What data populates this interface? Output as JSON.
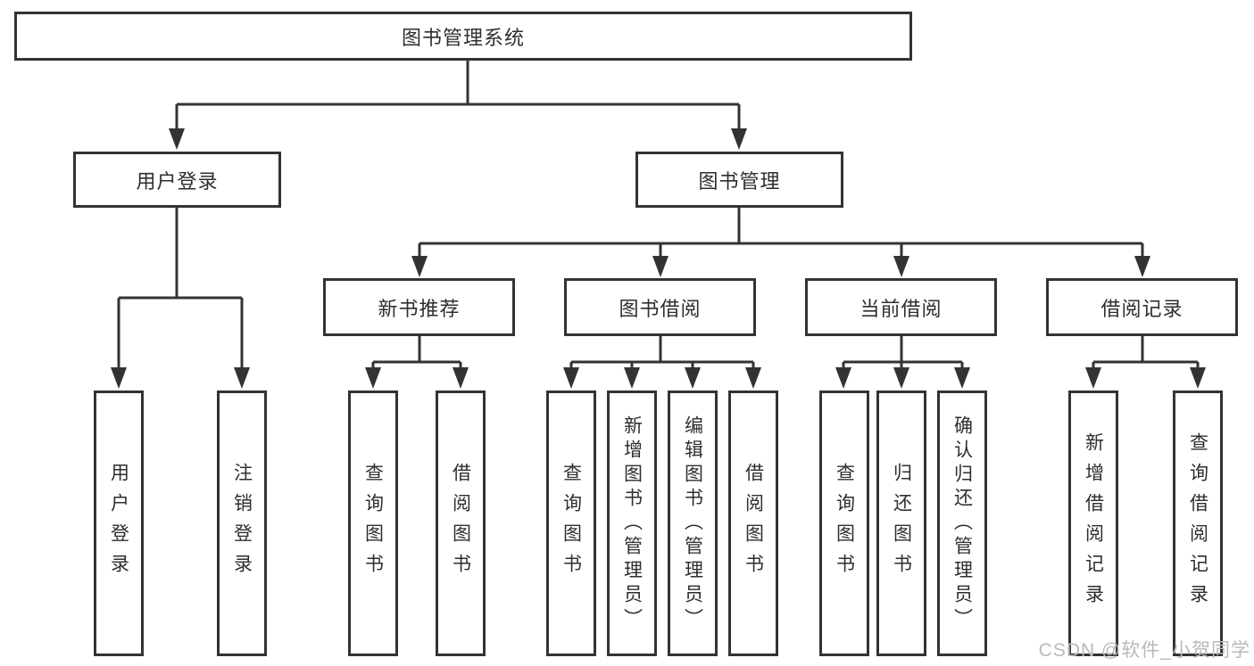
{
  "nodes": {
    "root": "图书管理系统",
    "user_login_group": "用户登录",
    "book_management": "图书管理",
    "new_book_recommend": "新书推荐",
    "book_borrowing": "图书借阅",
    "current_borrowing": "当前借阅",
    "borrowing_records": "借阅记录",
    "leaf_user_login": "用户登录",
    "leaf_logout": "注销登录",
    "leaf_nbr_query_books": "查询图书",
    "leaf_nbr_borrow_books": "借阅图书",
    "leaf_bb_query_books": "查询图书",
    "leaf_bb_add_books_admin": "新增图书（管理员）",
    "leaf_bb_edit_books_admin": "编辑图书（管理员）",
    "leaf_bb_borrow_books": "借阅图书",
    "leaf_cb_query_books": "查询图书",
    "leaf_cb_return_books": "归还图书",
    "leaf_cb_confirm_return_admin": "确认归还（管理员）",
    "leaf_br_add_record": "新增借阅记录",
    "leaf_br_query_record": "查询借阅记录"
  },
  "watermark": {
    "text": "CSDN @软件_小贺同学"
  },
  "colors": {
    "line": "#333333",
    "box_border": "#333333",
    "box_fill": "#ffffff",
    "text": "#2e2e2e",
    "watermark": "#b9b9b9"
  }
}
